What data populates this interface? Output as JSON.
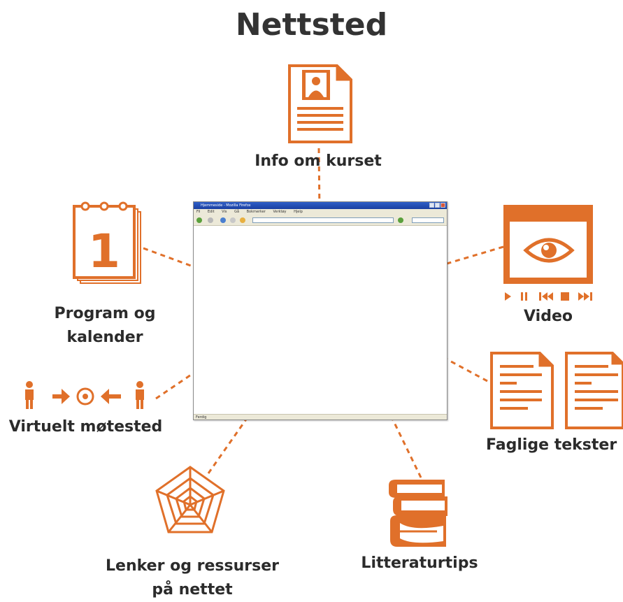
{
  "title": "Nettsted",
  "accent_color": "#e0702a",
  "center": {
    "browser_title": "Hjemmeside - Mozilla Firefox",
    "menu": [
      "Fil",
      "Edit",
      "Vis",
      "Gå",
      "Bokmerker",
      "Verktøy",
      "Hjelp"
    ],
    "status": "Ferdig"
  },
  "nodes": [
    {
      "id": "info",
      "label": "Info om kurset",
      "icon": "document-with-picture-icon"
    },
    {
      "id": "program",
      "label_lines": [
        "Program og",
        "kalender"
      ],
      "icon": "calendar-icon",
      "calendar_number": "1"
    },
    {
      "id": "video",
      "label": "Video",
      "icon": "video-player-icon"
    },
    {
      "id": "faglige",
      "label": "Faglige tekster",
      "icon": "documents-icon"
    },
    {
      "id": "virtuelt",
      "label": "Virtuelt møtested",
      "icon": "meeting-people-icon"
    },
    {
      "id": "lenker",
      "label_lines": [
        "Lenker og ressurser",
        "på nettet"
      ],
      "icon": "spider-web-icon"
    },
    {
      "id": "litteratur",
      "label": "Litteraturtips",
      "icon": "books-icon"
    }
  ]
}
